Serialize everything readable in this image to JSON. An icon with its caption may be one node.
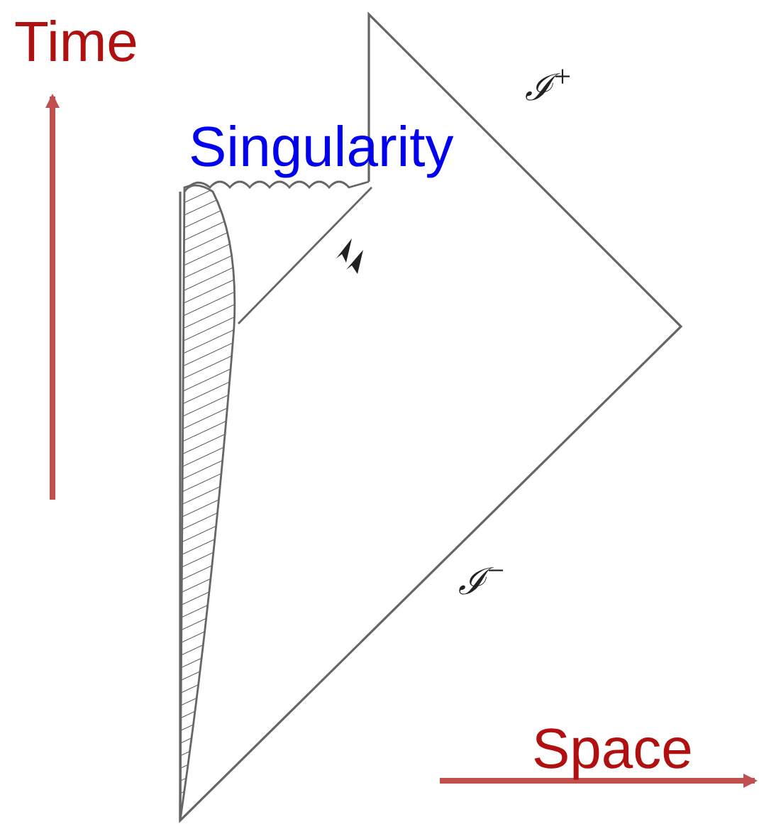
{
  "diagram": {
    "labels": [
      "Time",
      "Singularity",
      "ℐ$^{+}$",
      "ℐ$^{−}$",
      "Space"
    ]
  }
}
